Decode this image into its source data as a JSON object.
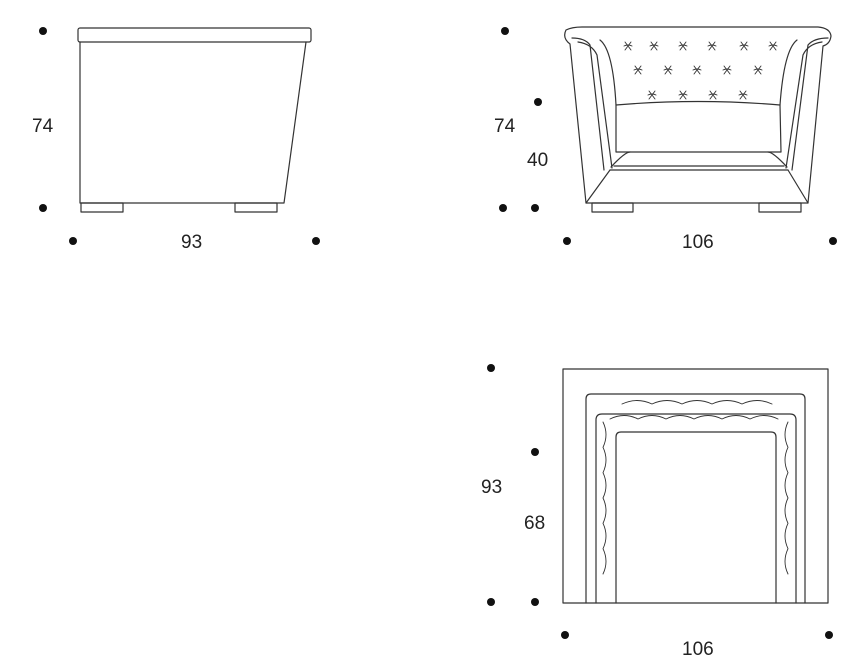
{
  "side_view": {
    "height_label": "74",
    "depth_label": "93"
  },
  "front_view": {
    "height_label": "74",
    "seat_height_label": "40",
    "width_label": "106"
  },
  "top_view": {
    "depth_label": "93",
    "seat_depth_label": "68",
    "width_label": "106"
  },
  "line_color": "#333333",
  "marker_color": "#111111"
}
